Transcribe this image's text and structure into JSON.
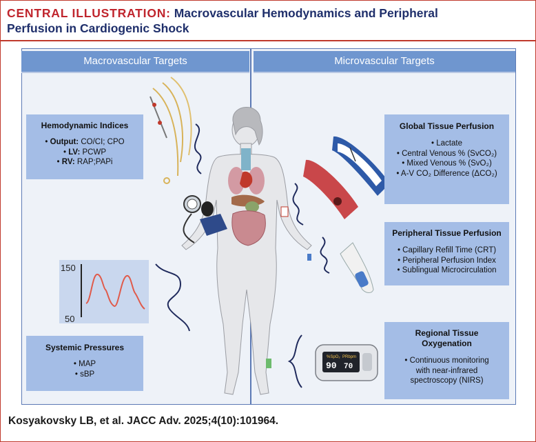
{
  "header": {
    "lead": "CENTRAL ILLUSTRATION:",
    "title_line1": "Macrovascular Hemodynamics and Peripheral",
    "title_line2": "Perfusion in Cardiogenic Shock"
  },
  "columns": {
    "left": "Macrovascular Targets",
    "right": "Microvascular Targets"
  },
  "hemodynamic": {
    "title": "Hemodynamic Indices",
    "items": [
      {
        "label": "Output:",
        "value": "CO/CI; CPO"
      },
      {
        "label": "LV:",
        "value": "PCWP"
      },
      {
        "label": "RV:",
        "value": "RAP;PAPi"
      }
    ]
  },
  "waveform": {
    "y_max": "150",
    "y_min": "50"
  },
  "systemic": {
    "title": "Systemic Pressures",
    "items": [
      "MAP",
      "sBP"
    ]
  },
  "global": {
    "title": "Global Tissue Perfusion",
    "items": [
      "• Lactate",
      "• Central Venous % (SvCO₂)",
      "• Mixed Venous % (SvO₂)",
      "• A-V CO₂ Difference (ΔCO₂)"
    ]
  },
  "peripheral": {
    "title": "Peripheral Tissue Perfusion",
    "items": [
      "• Capillary Refill Time (CRT)",
      "• Peripheral Perfusion Index",
      "• Sublingual Microcirculation"
    ]
  },
  "regional": {
    "title_line1": "Regional Tissue",
    "title_line2": "Oxygenation",
    "items": [
      "• Continuous monitoring",
      "with near-infrared",
      "spectroscopy (NIRS)"
    ]
  },
  "oximeter": {
    "spo2_label": "%SpO₂",
    "pr_label": "PRbpm",
    "spo2_value": "90",
    "pr_value": "70"
  },
  "footer": "Kosyakovsky LB, et al. JACC Adv. 2025;4(10):101964.",
  "colors": {
    "brand_red": "#c0252d",
    "title_navy": "#1f2f6b",
    "column_header": "#6f96cf",
    "text_box": "#a4bde6",
    "panel_bg": "#eef2f8"
  }
}
